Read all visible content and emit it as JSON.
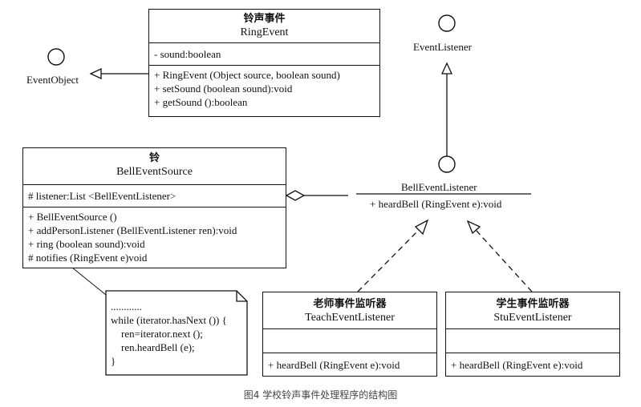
{
  "ring_event": {
    "title_cn": "铃声事件",
    "title_en": "RingEvent",
    "attributes": [
      "- sound:boolean"
    ],
    "methods": [
      "+ RingEvent (Object source, boolean sound)",
      "+ setSound (boolean sound):void",
      "+ getSound ():boolean"
    ]
  },
  "event_object": {
    "label": "EventObject"
  },
  "event_listener": {
    "label": "EventListener"
  },
  "bell_event_source": {
    "title_cn": "铃",
    "title_en": "BellEventSource",
    "attributes": [
      "# listener:List <BellEventListener>"
    ],
    "methods": [
      "+ BellEventSource ()",
      "+ addPersonListener (BellEventListener ren):void",
      "+ ring (boolean sound):void",
      "# notifies (RingEvent e)void"
    ]
  },
  "bell_event_listener": {
    "name": "BellEventListener",
    "methods": [
      "+ heardBell (RingEvent e):void"
    ]
  },
  "teach_listener": {
    "title_cn": "老师事件监听器",
    "title_en": "TeachEventListener",
    "methods": [
      "+ heardBell (RingEvent e):void"
    ]
  },
  "stu_listener": {
    "title_cn": "学生事件监听器",
    "title_en": "StuEventListener",
    "methods": [
      "+ heardBell (RingEvent e):void"
    ]
  },
  "note": {
    "lines": [
      "............",
      "while (iterator.hasNext ()) {",
      "    ren=iterator.next ();",
      "    ren.heardBell (e);",
      "}"
    ]
  },
  "caption": "图4 学校铃声事件处理程序的结构图"
}
